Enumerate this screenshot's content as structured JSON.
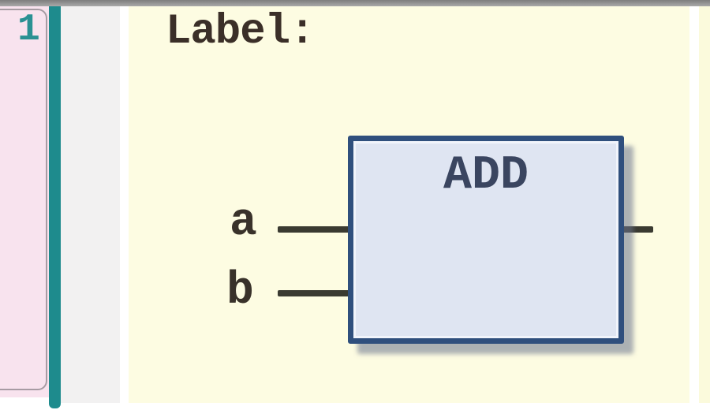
{
  "gutter": {
    "network_number": "1"
  },
  "canvas": {
    "label": "Label:",
    "block": {
      "title": "ADD",
      "inputs": [
        "a",
        "b"
      ]
    }
  },
  "colors": {
    "canvas_bg": "#fdfce2",
    "gutter_bg": "#f8e3ee",
    "divider_teal": "#1e8b8d",
    "margin_bg": "#f2f1f1",
    "block_fill": "#dfe5f2",
    "block_border": "#2f4f7d",
    "block_title_text": "#3a4560",
    "operand_text": "#39322a",
    "label_text": "#3b2f28",
    "network_number_text": "#2a9193",
    "wire": "#3a3a31",
    "top_bar": "#8f8f8f"
  }
}
